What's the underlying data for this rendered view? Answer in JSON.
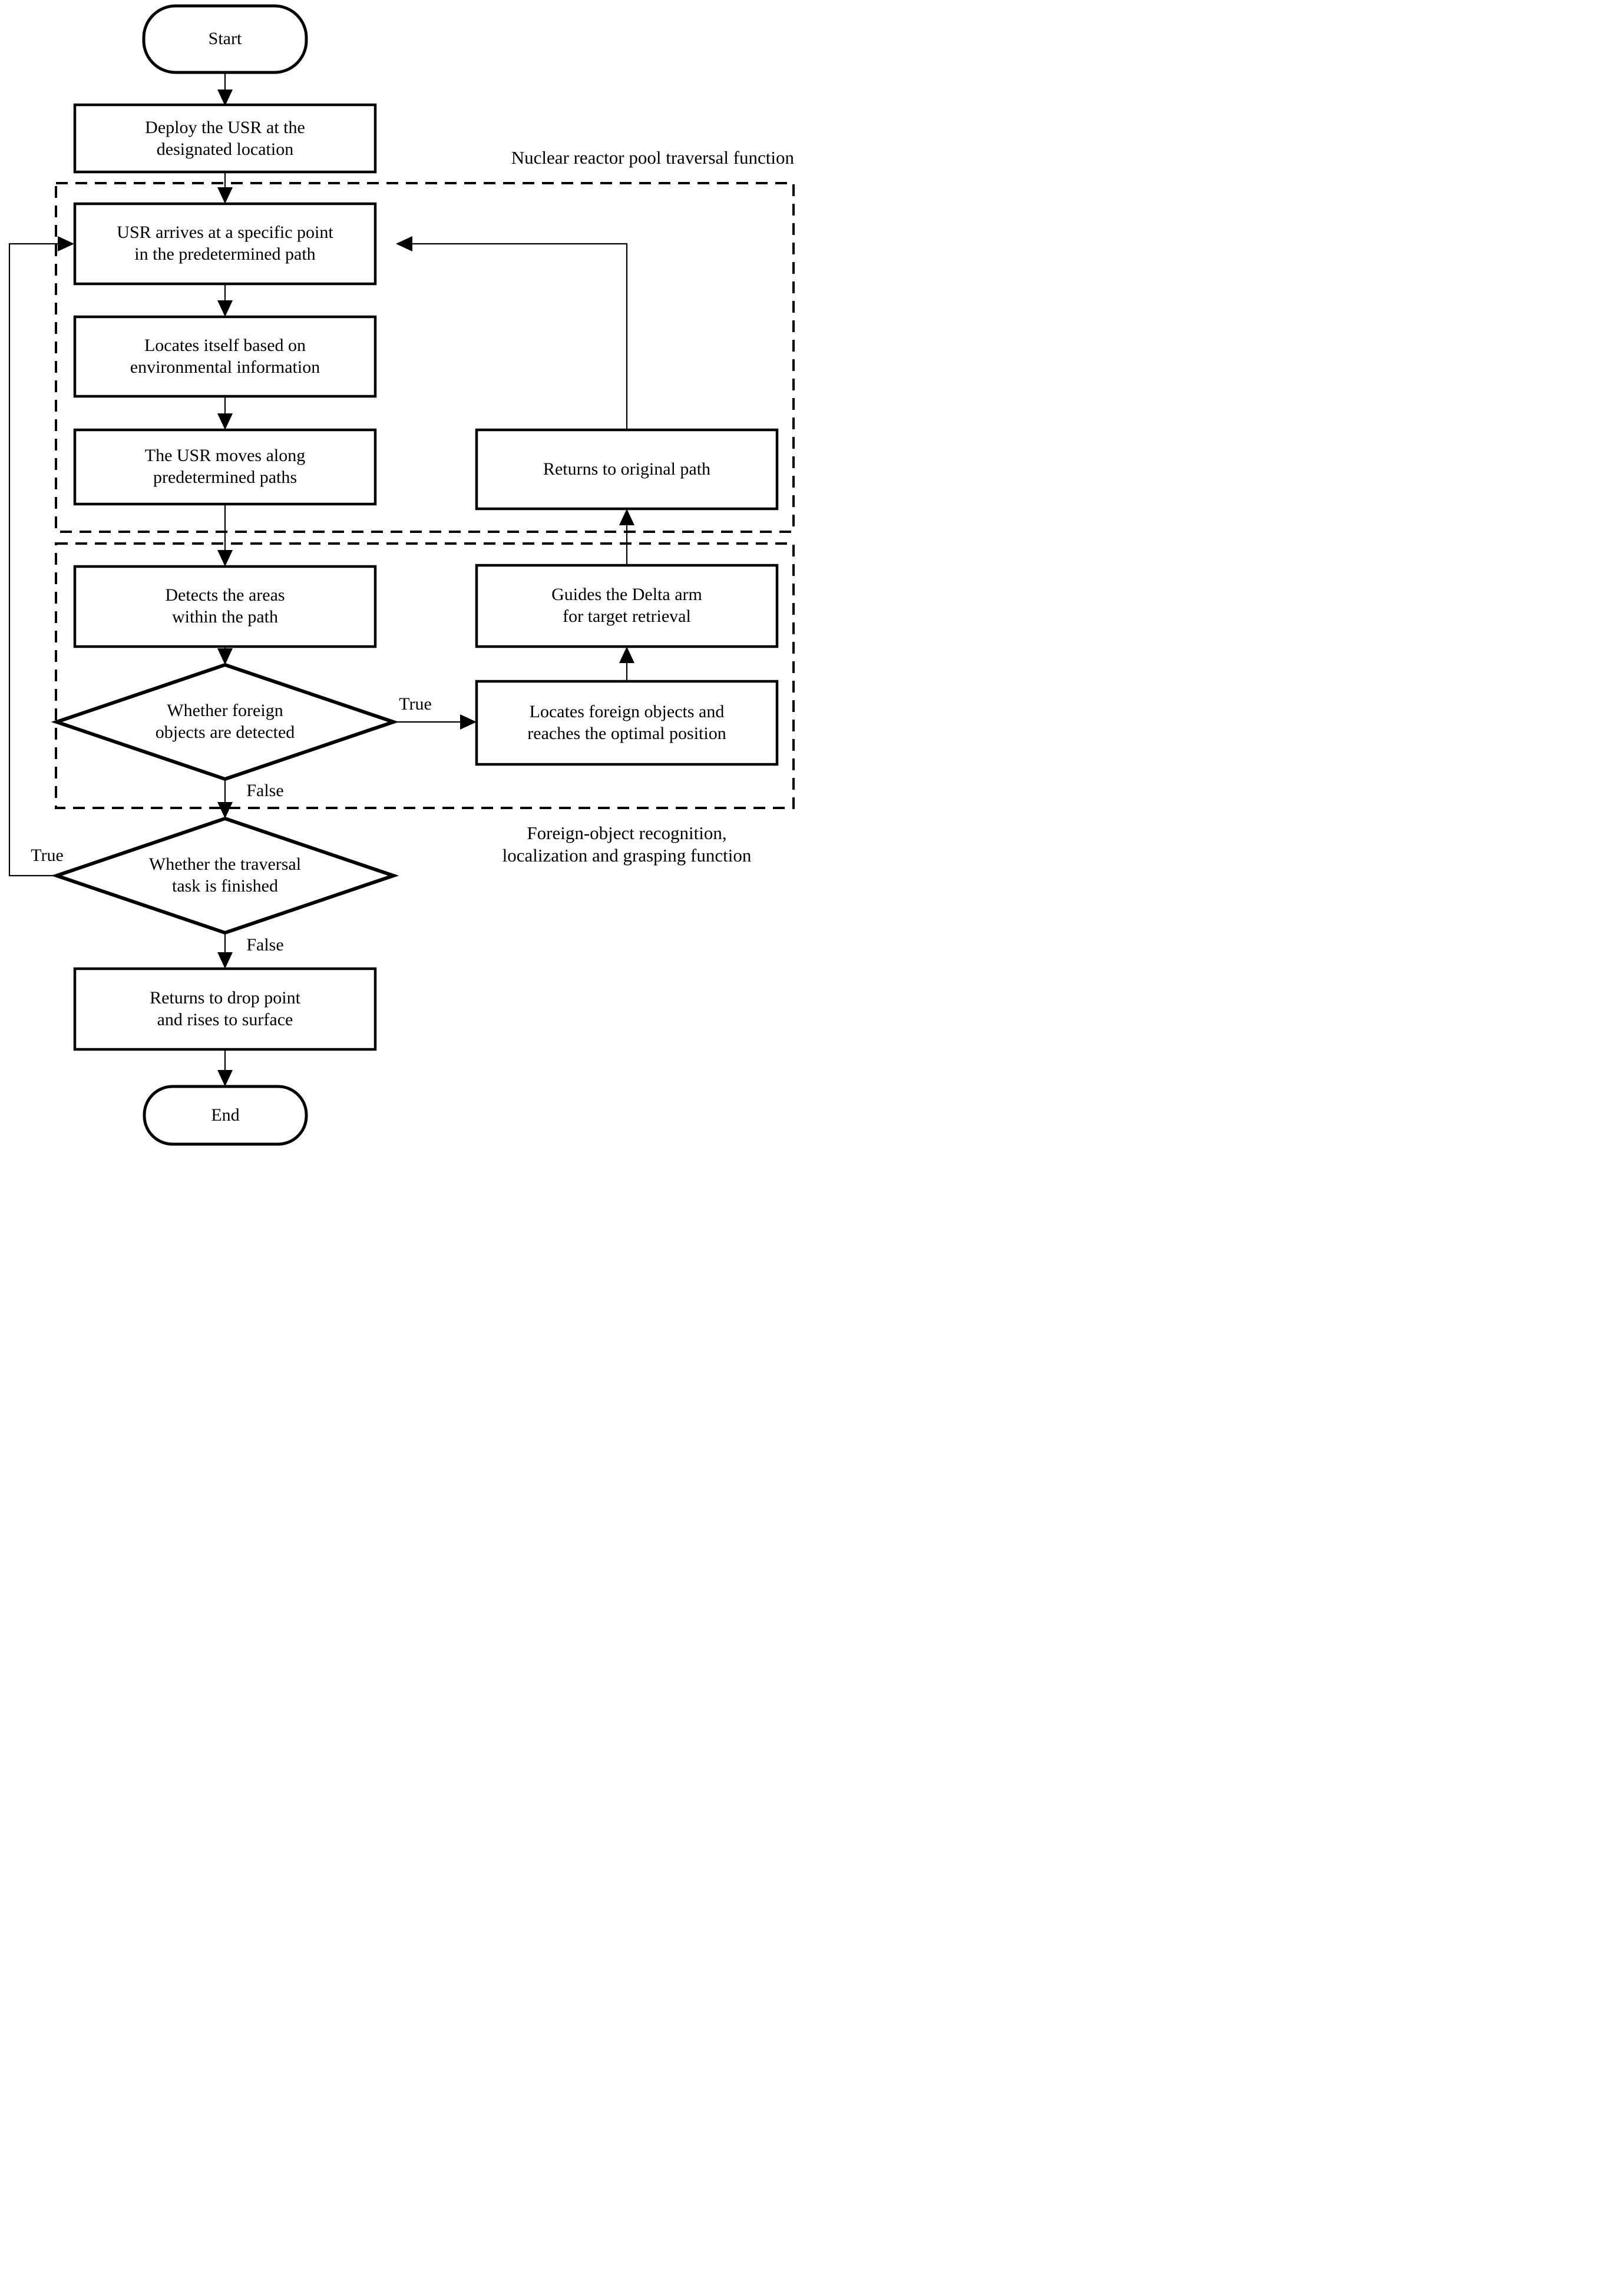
{
  "flowchart": {
    "nodes": {
      "start": "Start",
      "deploy": "Deploy the USR at the\ndesignated location",
      "usr_arrives": "USR arrives at a specific point\nin the predetermined path",
      "locates_itself": "Locates itself based on\nenvironmental information",
      "usr_moves": "The USR moves along\npredetermined paths",
      "returns_original": "Returns to original path",
      "detects": "Detects the areas\nwithin the path",
      "guides": "Guides the Delta arm\nfor target retrieval",
      "foreign_decision": "Whether foreign\nobjects are detected",
      "locates_foreign": "Locates foreign objects and\nreaches the optimal position",
      "finished_decision": "Whether the traversal\ntask is finished",
      "returns_drop": "Returns to drop point\nand rises to surface",
      "end": "End"
    },
    "edge_labels": {
      "foreign_true": "True",
      "foreign_false": "False",
      "finished_true": "True",
      "finished_false": "False"
    },
    "group_captions": {
      "traversal": "Nuclear reactor pool traversal function",
      "grasping": "Foreign-object recognition,\nlocalization and grasping function"
    },
    "colors": {
      "stroke": "#000000",
      "background": "#ffffff"
    }
  }
}
